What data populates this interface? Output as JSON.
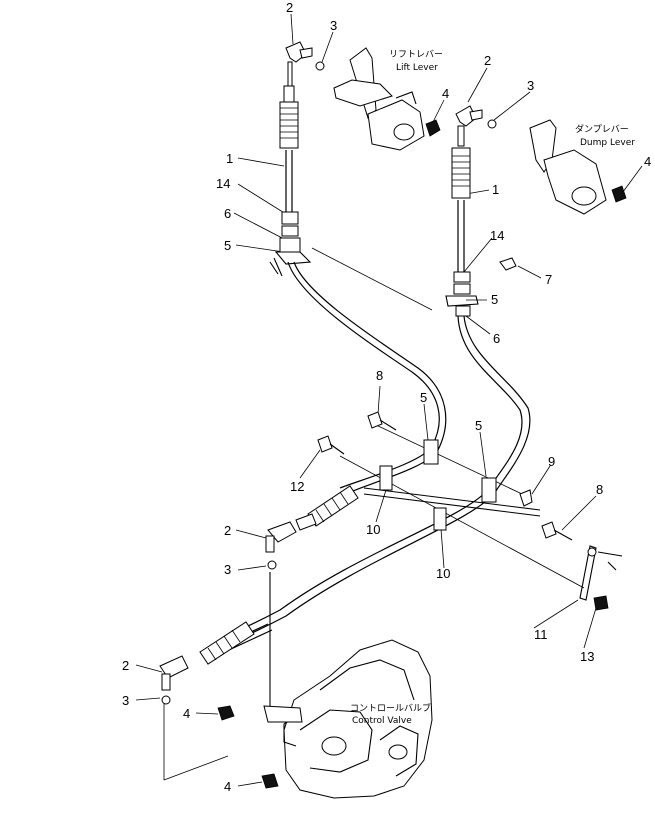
{
  "labels": {
    "lift_lever_jp": "リフトレバー",
    "lift_lever_en": "Lift Lever",
    "dump_lever_jp": "ダンプレバー",
    "dump_lever_en": "Dump Lever",
    "control_valve_jp": "コントロールバルブ",
    "control_valve_en": "Control Valve"
  },
  "part_numbers": {
    "n2_lift": "2",
    "n3_lift": "3",
    "n4_lift": "4",
    "n1_left": "1",
    "n14_left": "14",
    "n6_left": "6",
    "n5_left": "5",
    "n2_dump": "2",
    "n3_dump": "3",
    "n4_dump": "4",
    "n1_right": "1",
    "n14_right": "14",
    "n7": "7",
    "n5_right": "5",
    "n6_right": "6",
    "n8_top": "8",
    "n5_mid_a": "5",
    "n5_mid_b": "5",
    "n12": "12",
    "n9": "9",
    "n8_right": "8",
    "n10_a": "10",
    "n10_b": "10",
    "n2_lower_a": "2",
    "n3_lower_a": "3",
    "n2_lower_b": "2",
    "n3_lower_b": "3",
    "n4_lower_a": "4",
    "n4_lower_b": "4",
    "n11": "11",
    "n13": "13"
  }
}
